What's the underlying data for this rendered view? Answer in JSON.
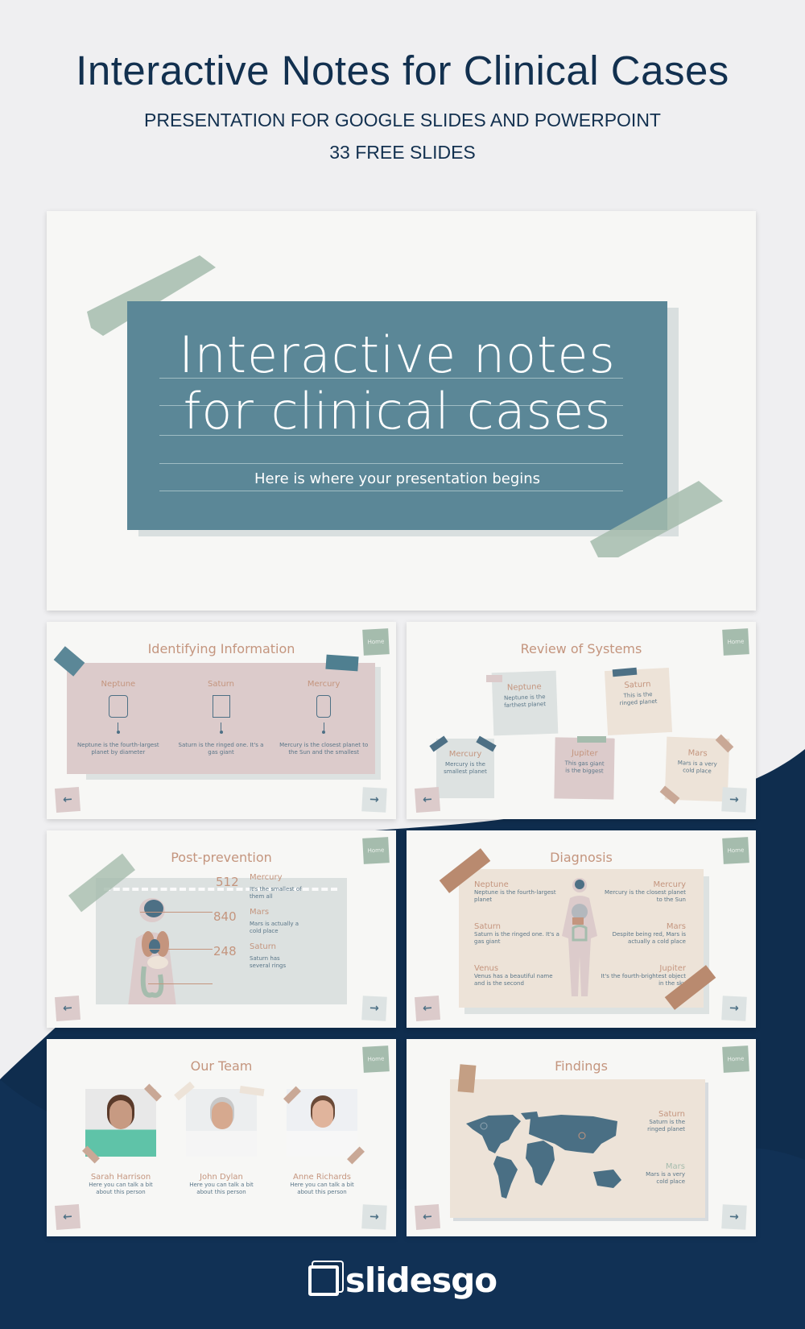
{
  "header": {
    "title": "Interactive Notes for Clinical Cases",
    "subtitle": "PRESENTATION FOR GOOGLE SLIDES AND POWERPOINT",
    "count": "33 FREE SLIDES"
  },
  "colors": {
    "navy": "#0f2d4e",
    "teal": "#5b8797",
    "accent": "#c4957e",
    "sage": "#a5bcad",
    "pink": "#dccbcb",
    "beige": "#ede3d8"
  },
  "cover": {
    "title_line1": "Interactive notes",
    "title_line2": "for clinical cases",
    "subtitle": "Here is where your presentation begins"
  },
  "nav": {
    "home": "Home",
    "prev_icon": "arrow-left-icon",
    "next_icon": "arrow-right-icon"
  },
  "identifying": {
    "title": "Identifying Information",
    "items": [
      {
        "name": "Neptune",
        "desc": "Neptune is the fourth-largest planet by diameter",
        "icon": "blood-pressure-icon"
      },
      {
        "name": "Saturn",
        "desc": "Saturn is the ringed one. It's a gas giant",
        "icon": "medical-chart-icon"
      },
      {
        "name": "Mercury",
        "desc": "Mercury is the closest planet to the Sun and the smallest",
        "icon": "glucometer-icon"
      }
    ]
  },
  "review": {
    "title": "Review of Systems",
    "notes": [
      {
        "name": "Neptune",
        "desc": "Neptune is the farthest planet"
      },
      {
        "name": "Saturn",
        "desc": "This is the ringed planet"
      },
      {
        "name": "Mercury",
        "desc": "Mercury is the smallest planet"
      },
      {
        "name": "Jupiter",
        "desc": "This gas giant is the biggest"
      },
      {
        "name": "Mars",
        "desc": "Mars is a very cold place"
      }
    ]
  },
  "post": {
    "title": "Post-prevention",
    "items": [
      {
        "value": "512",
        "name": "Mercury",
        "desc": "It's the smallest of them all"
      },
      {
        "value": "840",
        "name": "Mars",
        "desc": "Mars is actually a cold place"
      },
      {
        "value": "248",
        "name": "Saturn",
        "desc": "Saturn has several rings"
      }
    ]
  },
  "diagnosis": {
    "title": "Diagnosis",
    "left": [
      {
        "name": "Neptune",
        "desc": "Neptune is the fourth-largest planet"
      },
      {
        "name": "Saturn",
        "desc": "Saturn is the ringed one. It's a gas giant"
      },
      {
        "name": "Venus",
        "desc": "Venus has a beautiful name and is the second"
      }
    ],
    "right": [
      {
        "name": "Mercury",
        "desc": "Mercury is the closest planet to the Sun"
      },
      {
        "name": "Mars",
        "desc": "Despite being red, Mars is actually a cold place"
      },
      {
        "name": "Jupiter",
        "desc": "It's the fourth-brightest object in the sky"
      }
    ]
  },
  "team": {
    "title": "Our Team",
    "members": [
      {
        "name": "Sarah Harrison",
        "desc": "Here you can talk a bit about this person"
      },
      {
        "name": "John Dylan",
        "desc": "Here you can talk a bit about this person"
      },
      {
        "name": "Anne Richards",
        "desc": "Here you can talk a bit about this person"
      }
    ]
  },
  "findings": {
    "title": "Findings",
    "items": [
      {
        "name": "Saturn",
        "desc": "Saturn is the ringed planet"
      },
      {
        "name": "Mars",
        "desc": "Mars is a very cold place"
      }
    ]
  },
  "footer": {
    "brand": "slidesgo"
  }
}
